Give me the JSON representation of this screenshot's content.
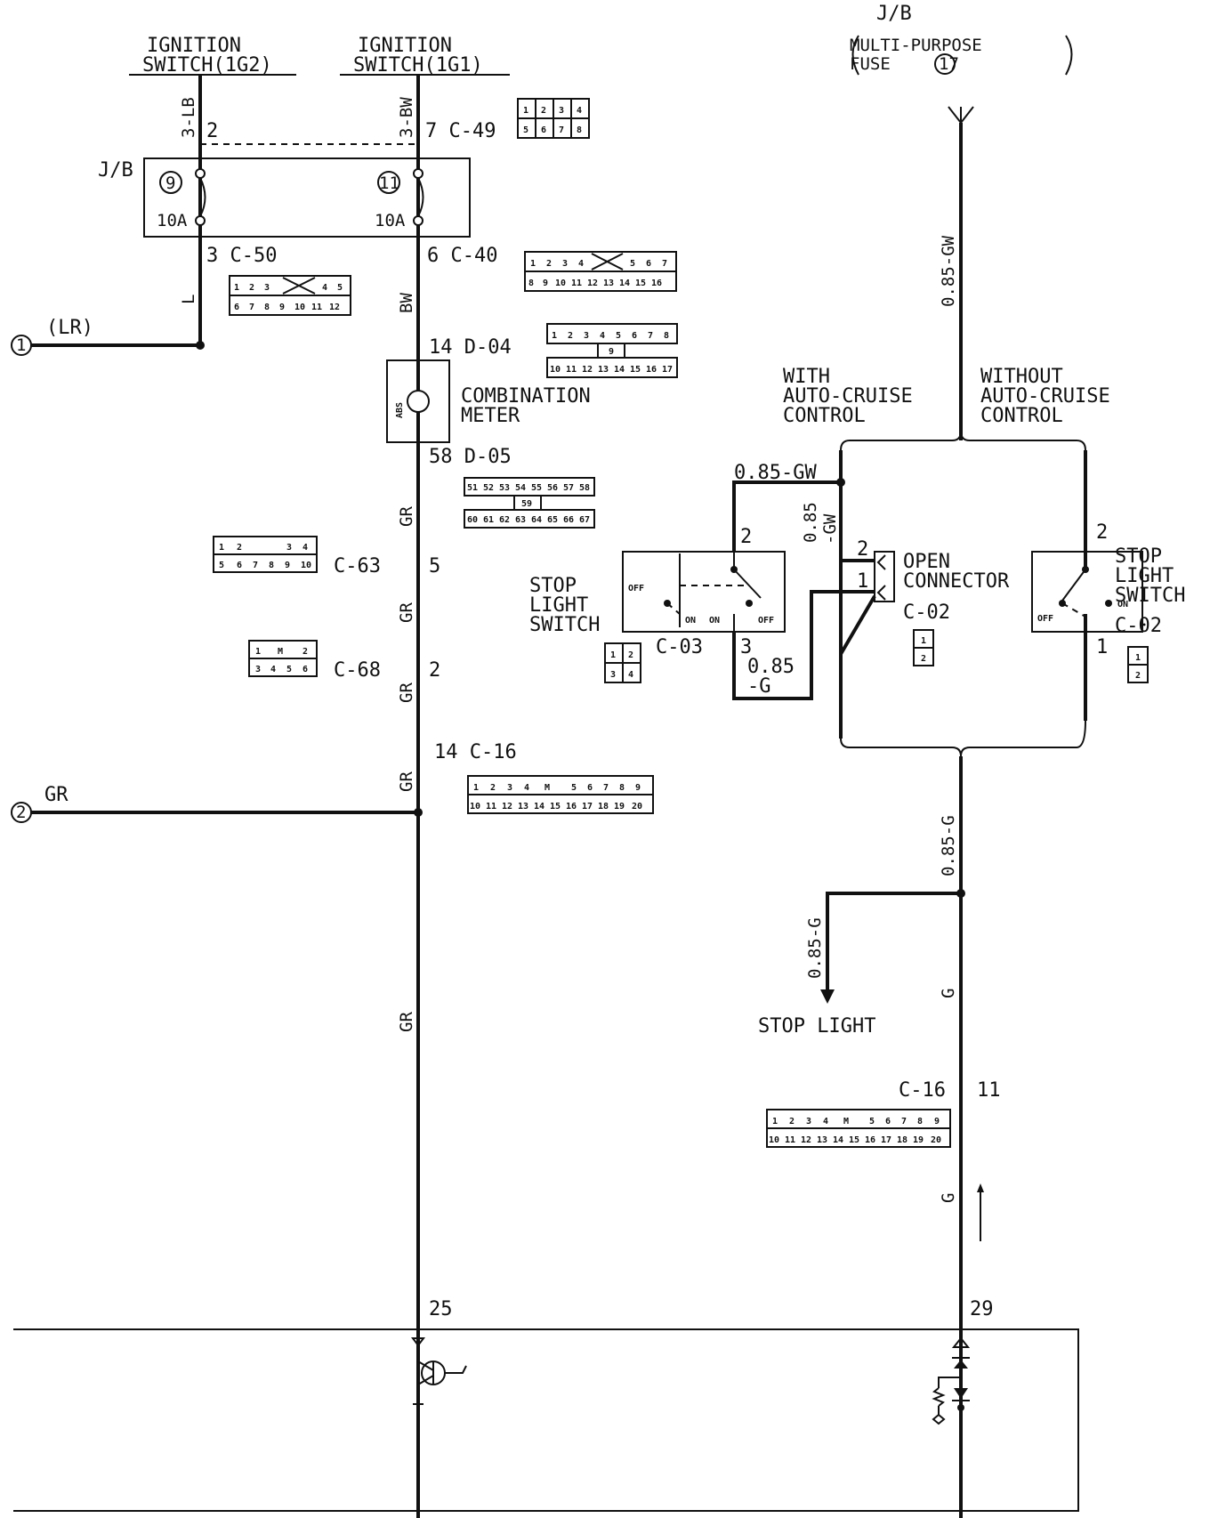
{
  "sources": {
    "ign2": [
      "IGNITION",
      "SWITCH(1G2)"
    ],
    "ign1": [
      "IGNITION",
      "SWITCH(1G1)"
    ],
    "jb_top": "J/B",
    "multi_fuse": [
      "MULTI-PURPOSE",
      "FUSE",
      "17"
    ]
  },
  "junction_block": {
    "label": "J/B",
    "fuse_left": {
      "num": "9",
      "rating": "10A"
    },
    "fuse_right": {
      "num": "11",
      "rating": "10A"
    }
  },
  "wires": {
    "w_3lb": "3-LB",
    "w_3bw": "3-BW",
    "w_l": "L",
    "w_bw": "BW",
    "w_gr1": "GR",
    "w_gr2": "GR",
    "w_gr3": "GR",
    "w_gr4": "GR",
    "w_gr5": "GR",
    "w_gw_main": "0.85-GW",
    "w_gw_horiz": "0.85-GW",
    "w_gw_vert": [
      "0.85",
      "-GW"
    ],
    "w_g_switch": [
      "0.85",
      "-G"
    ],
    "w_g_main": "0.85-G",
    "w_g_stop": "0.85-G",
    "w_g1": "G",
    "w_g2": "G",
    "w_lr": "(LR)"
  },
  "pins": {
    "p2": "2",
    "p7c49": "7 C-49",
    "p3c50": "3 C-50",
    "p6c40": "6 C-40",
    "p14d04": "14 D-04",
    "p58d05": "58 D-05",
    "p5": "5",
    "p2c68": "2",
    "p14c16": "14 C-16",
    "p25": "25",
    "c16_11_label": "C-16",
    "c16_11_pin": "11",
    "p29": "29",
    "sw1_pin2": "2",
    "sw1_pin3": "3",
    "oc_pin2": "2",
    "oc_pin1": "1",
    "sw2_pin2": "2",
    "sw2_pin1": "1"
  },
  "connectors": {
    "c49": {
      "rows": [
        [
          "1",
          "2",
          "3",
          "4"
        ],
        [
          "5",
          "6",
          "7",
          "8"
        ]
      ]
    },
    "c50": {
      "rows": [
        [
          "1",
          "2",
          "3",
          "X",
          "4",
          "5"
        ],
        [
          "6",
          "7",
          "8",
          "9",
          "10",
          "11",
          "12"
        ]
      ]
    },
    "c40": {
      "rows": [
        [
          "1",
          "2",
          "3",
          "4",
          "X",
          "5",
          "6",
          "7"
        ],
        [
          "8",
          "9",
          "10",
          "11",
          "12",
          "13",
          "14",
          "15",
          "16"
        ]
      ]
    },
    "d04": {
      "rows": [
        [
          "1",
          "2",
          "3",
          "4",
          "5",
          "6",
          "7",
          "8"
        ],
        [
          "9"
        ],
        [
          "10",
          "11",
          "12",
          "13",
          "14",
          "15",
          "16",
          "17"
        ]
      ]
    },
    "d05": {
      "rows": [
        [
          "51",
          "52",
          "53",
          "54",
          "55",
          "56",
          "57",
          "58"
        ],
        [
          "59"
        ],
        [
          "60",
          "61",
          "62",
          "63",
          "64",
          "65",
          "66",
          "67"
        ]
      ]
    },
    "c63": {
      "label": "C-63",
      "rows": [
        [
          "1",
          "2",
          "",
          "3",
          "4"
        ],
        [
          "5",
          "6",
          "7",
          "8",
          "9",
          "10"
        ]
      ]
    },
    "c68": {
      "label": "C-68",
      "rows": [
        [
          "1",
          "M",
          "2"
        ],
        [
          "3",
          "4",
          "5",
          "6"
        ]
      ]
    },
    "c16a": {
      "rows": [
        [
          "1",
          "2",
          "3",
          "4",
          "M",
          "5",
          "6",
          "7",
          "8",
          "9"
        ],
        [
          "10",
          "11",
          "12",
          "13",
          "14",
          "15",
          "16",
          "17",
          "18",
          "19",
          "20"
        ]
      ]
    },
    "c16b": {
      "rows": [
        [
          "1",
          "2",
          "3",
          "4",
          "M",
          "5",
          "6",
          "7",
          "8",
          "9"
        ],
        [
          "10",
          "11",
          "12",
          "13",
          "14",
          "15",
          "16",
          "17",
          "18",
          "19",
          "20"
        ]
      ]
    },
    "c03": {
      "label": "C-03",
      "rows": [
        [
          "1",
          "2"
        ],
        [
          "3",
          "4"
        ]
      ]
    },
    "c02a": {
      "label": "C-02",
      "rows": [
        [
          "1"
        ],
        [
          "2"
        ]
      ]
    },
    "c02b": {
      "label": "C-02",
      "rows": [
        [
          "1"
        ],
        [
          "2"
        ]
      ]
    }
  },
  "components": {
    "combination_meter": [
      "COMBINATION",
      "METER"
    ],
    "abs": "ABS",
    "with_cruise": [
      "WITH",
      "AUTO-CRUISE",
      "CONTROL"
    ],
    "without_cruise": [
      "WITHOUT",
      "AUTO-CRUISE",
      "CONTROL"
    ],
    "stop_switch_left": [
      "STOP",
      "LIGHT",
      "SWITCH"
    ],
    "stop_switch_right": [
      "STOP",
      "LIGHT",
      "SWITCH"
    ],
    "open_connector": [
      "OPEN",
      "CONNECTOR"
    ],
    "stop_light": "STOP LIGHT"
  },
  "switch_labels": {
    "off_l": "OFF",
    "on_l": "ON",
    "on_r": "ON",
    "off_r": "OFF",
    "off_2": "OFF",
    "on_2": "ON"
  },
  "refs": {
    "ref1": "1",
    "ref2": "2",
    "ref2_wire": "GR"
  }
}
